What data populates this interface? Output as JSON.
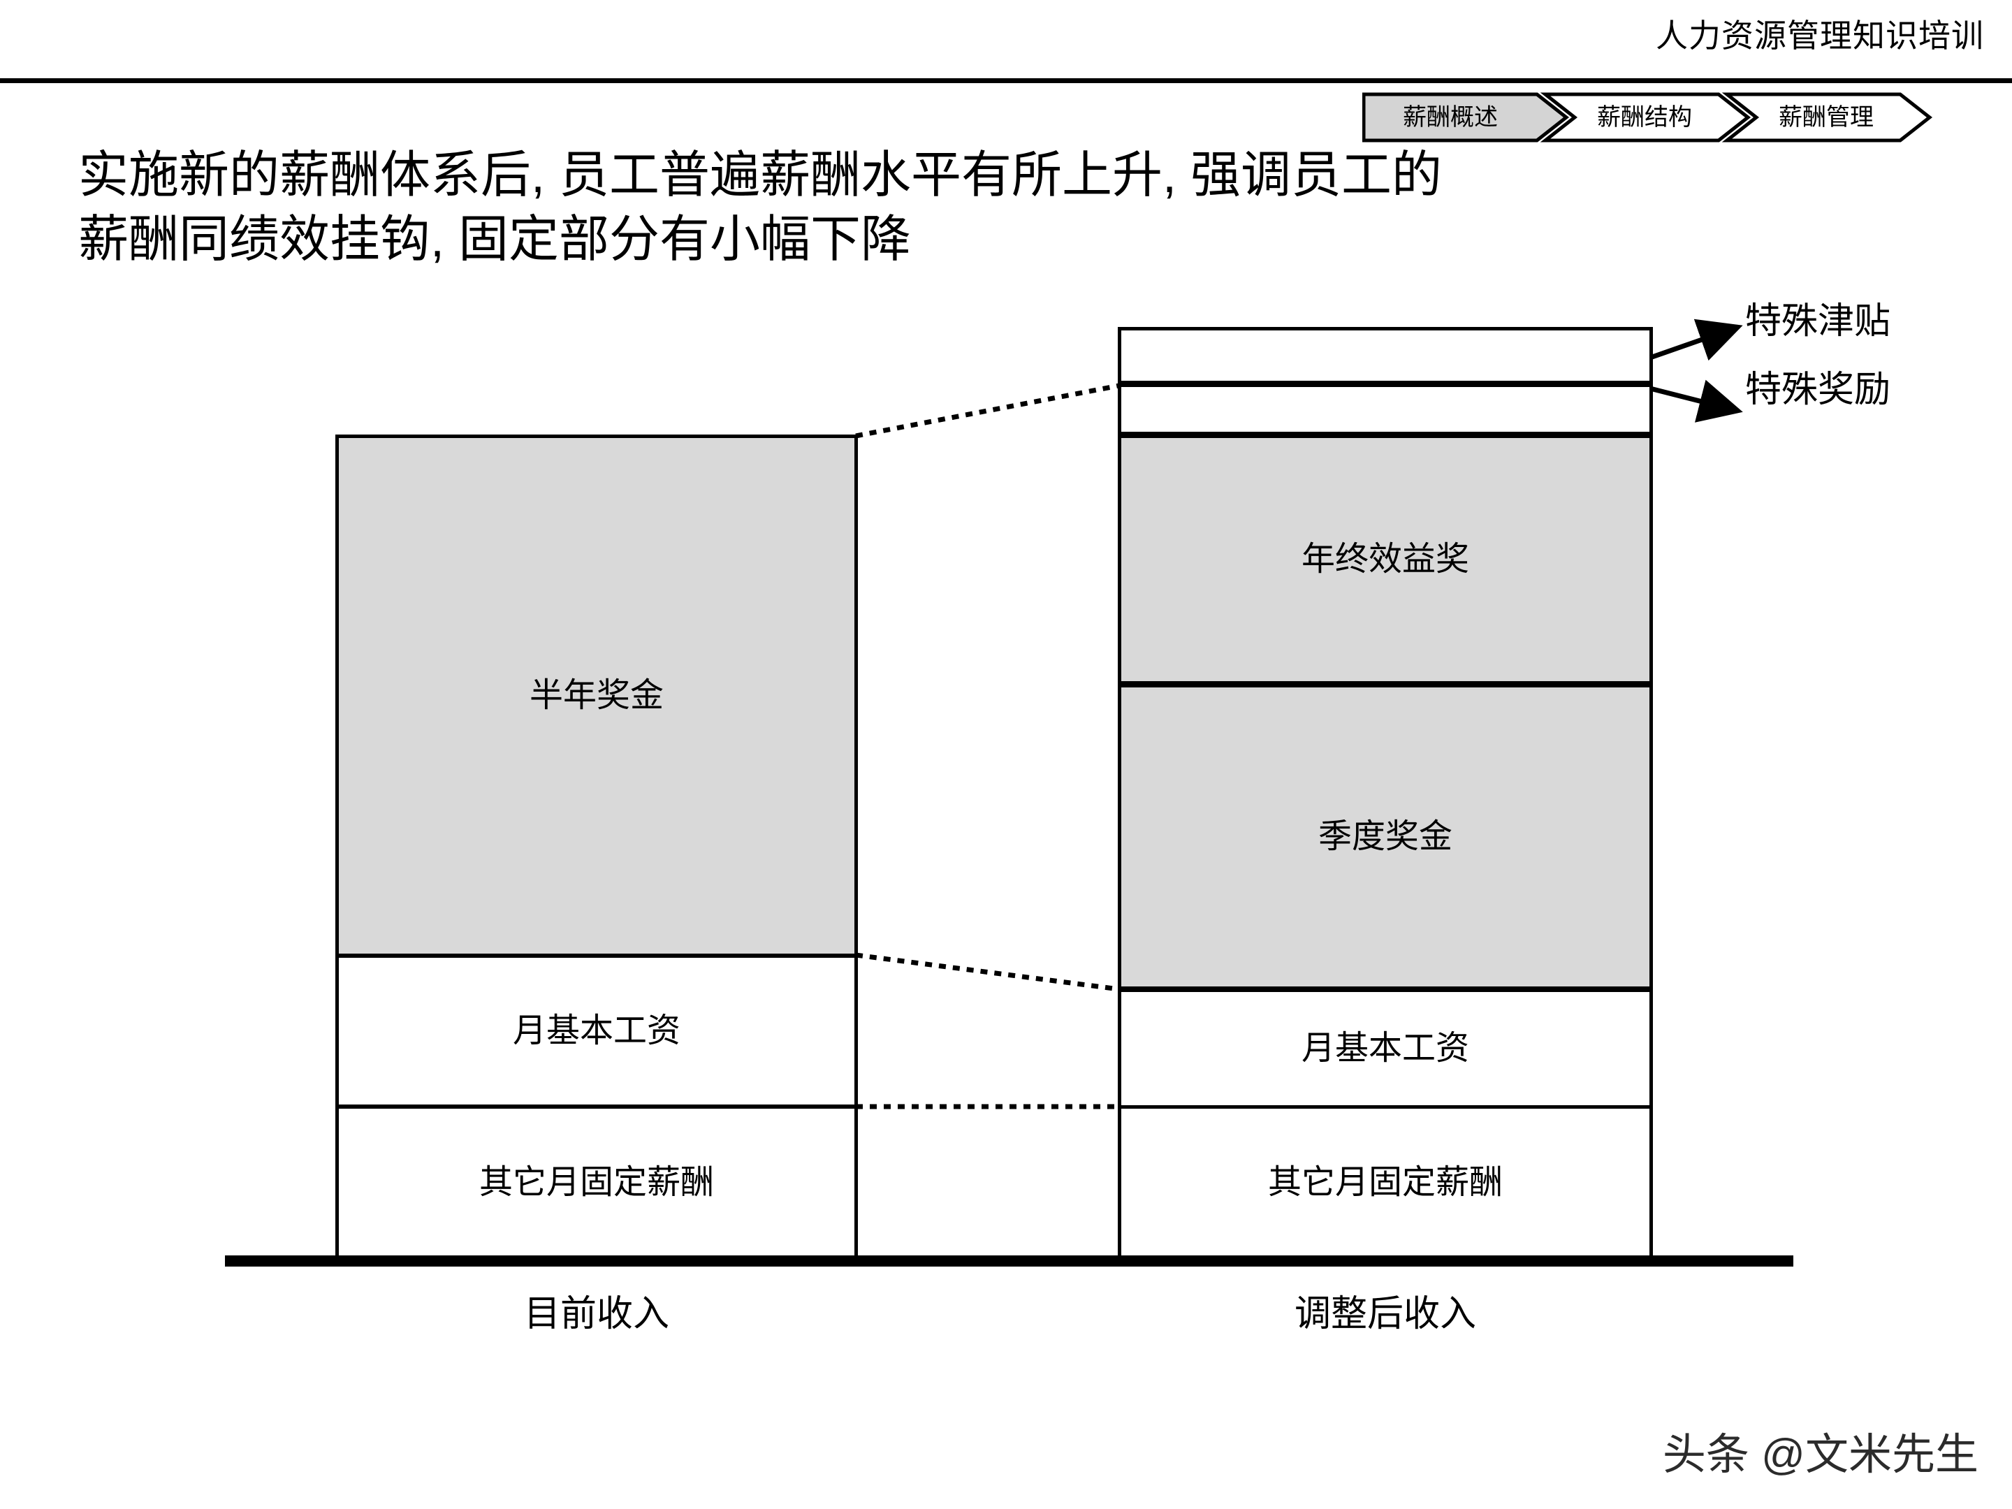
{
  "header": {
    "title": "人力资源管理知识培训"
  },
  "breadcrumb": {
    "items": [
      {
        "label": "薪酬概述",
        "active": true
      },
      {
        "label": "薪酬结构",
        "active": false
      },
      {
        "label": "薪酬管理",
        "active": false
      }
    ]
  },
  "slide": {
    "title_line1": "实施新的薪酬体系后, 员工普遍薪酬水平有所上升, 强调员工的",
    "title_line2": "薪酬同绩效挂钩, 固定部分有小幅下降"
  },
  "callouts": [
    {
      "label": "特殊津贴"
    },
    {
      "label": "特殊奖励"
    }
  ],
  "chart_data": {
    "type": "bar",
    "title": "实施新的薪酬体系后, 员工普遍薪酬水平有所上升, 强调员工的薪酬同绩效挂钩, 固定部分有小幅下降",
    "xlabel": "",
    "ylabel": "",
    "stacked": true,
    "grid": false,
    "legend_position": "none",
    "categories": [
      "目前收入",
      "调整后收入"
    ],
    "colors": {
      "fill_gray": "#D9D9D9",
      "fill_white": "#FFFFFF",
      "stroke": "#000000"
    },
    "series": [
      {
        "name": "其它月固定薪酬",
        "fill": "#FFFFFF",
        "values": [
          217,
          217
        ]
      },
      {
        "name": "月基本工资",
        "fill": "#FFFFFF",
        "values": [
          216,
          168
        ]
      },
      {
        "name": "半年奖金",
        "fill": "#D9D9D9",
        "values": [
          745,
          0
        ]
      },
      {
        "name": "季度奖金",
        "fill": "#D9D9D9",
        "values": [
          0,
          440
        ]
      },
      {
        "name": "年终效益奖",
        "fill": "#D9D9D9",
        "values": [
          0,
          357
        ]
      },
      {
        "name": "特殊奖励",
        "fill": "#FFFFFF",
        "values": [
          0,
          68
        ]
      },
      {
        "name": "特殊津贴",
        "fill": "#FFFFFF",
        "values": [
          0,
          77
        ]
      }
    ],
    "totals": [
      1178,
      1327
    ],
    "bars": [
      {
        "category": "目前收入",
        "segments": [
          {
            "label": "半年奖金",
            "fill": "#D9D9D9"
          },
          {
            "label": "月基本工资",
            "fill": "#FFFFFF"
          },
          {
            "label": "其它月固定薪酬",
            "fill": "#FFFFFF"
          }
        ]
      },
      {
        "category": "调整后收入",
        "segments": [
          {
            "label": "特殊津贴",
            "fill": "#FFFFFF"
          },
          {
            "label": "特殊奖励",
            "fill": "#FFFFFF"
          },
          {
            "label": "年终效益奖",
            "fill": "#D9D9D9"
          },
          {
            "label": "季度奖金",
            "fill": "#D9D9D9"
          },
          {
            "label": "月基本工资",
            "fill": "#FFFFFF"
          },
          {
            "label": "其它月固定薪酬",
            "fill": "#FFFFFF"
          }
        ]
      }
    ]
  },
  "bar_left": {
    "seg_bonus": "半年奖金",
    "seg_base": "月基本工资",
    "seg_other": "其它月固定薪酬",
    "axis_label": "目前收入"
  },
  "bar_right": {
    "seg_annual": "年终效益奖",
    "seg_quarter": "季度奖金",
    "seg_base": "月基本工资",
    "seg_other": "其它月固定薪酬",
    "axis_label": "调整后收入"
  },
  "watermark": {
    "text": "头条 @文米先生"
  }
}
